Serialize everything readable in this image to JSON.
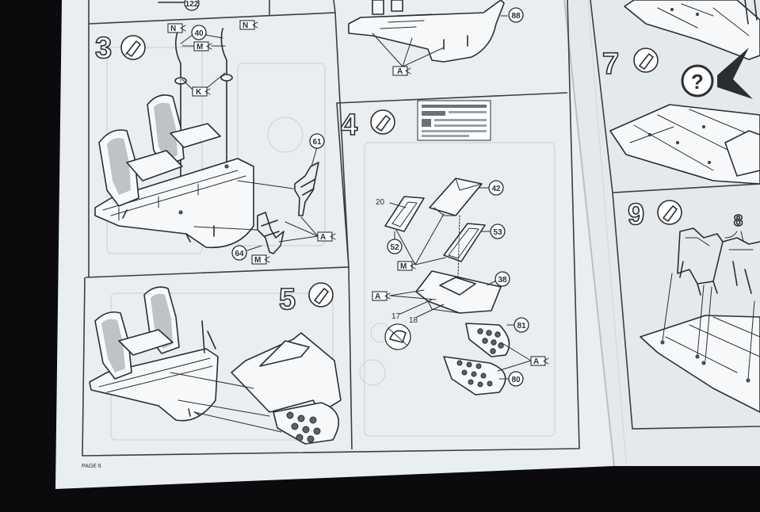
{
  "colors": {
    "background": "#0b0b0d",
    "paper": "#e9eef1",
    "ink": "#2b2e31"
  },
  "icons": [
    "glue-tube-icon",
    "question-mark-icon",
    "connection-letter-arrow-icon"
  ],
  "page": {
    "label": "PAGE 6"
  },
  "steps": [
    {
      "number": "3",
      "parts": [
        "40",
        "61",
        "64"
      ],
      "connection_letters": [
        "N",
        "N",
        "M",
        "K",
        "A",
        "M"
      ]
    },
    {
      "number": "4",
      "parts": [
        "20",
        "42",
        "52",
        "53",
        "38",
        "17",
        "18",
        "81",
        "80"
      ],
      "connection_letters": [
        "M",
        "A",
        "A"
      ]
    },
    {
      "number": "5",
      "parts": [],
      "connection_letters": []
    },
    {
      "number": "7",
      "parts": [],
      "connection_letters": []
    },
    {
      "number": "9",
      "parts": [
        "8"
      ],
      "connection_letters": []
    }
  ],
  "top_strip": {
    "callouts": [
      "122",
      "88"
    ],
    "connection_letters": [
      "A"
    ]
  },
  "question_mark": "?"
}
